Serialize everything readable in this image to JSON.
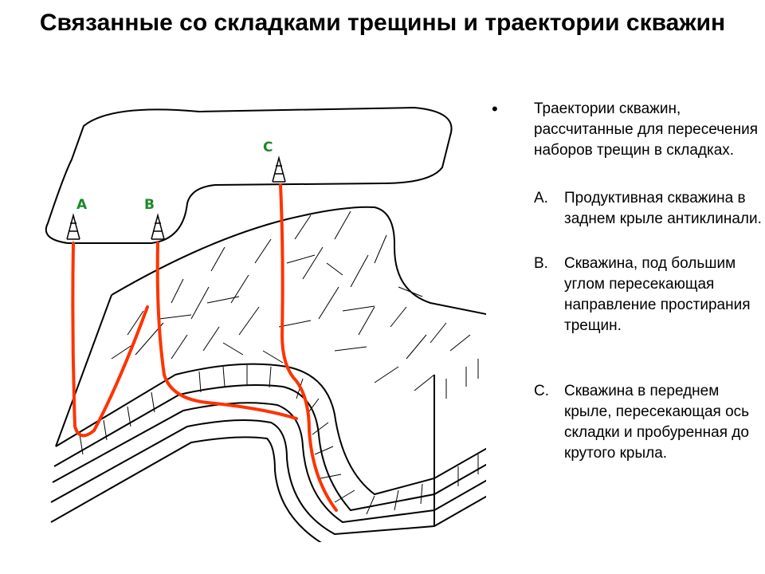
{
  "title": "Связанные со складками трещины и траектории скважин",
  "wells": [
    {
      "label": "A"
    },
    {
      "label": "B"
    },
    {
      "label": "C"
    }
  ],
  "lead_text": "Траектории скважин, рассчитанные для пересечения наборов трещин в складках.",
  "items": [
    {
      "mark": "A.",
      "text": "Продуктивная скважина в заднем крыле антиклинали."
    },
    {
      "mark": "B.",
      "text": "Скважина, под большим углом пересекающая направление простирания трещин."
    },
    {
      "mark": "C.",
      "text": "Скважина в переднем крыле, пересекающая ось складки и пробуренная до крутого крыла."
    }
  ],
  "colors": {
    "trajectory": "#ff3300",
    "well_label": "#1a8a2a",
    "ink": "#000000"
  }
}
